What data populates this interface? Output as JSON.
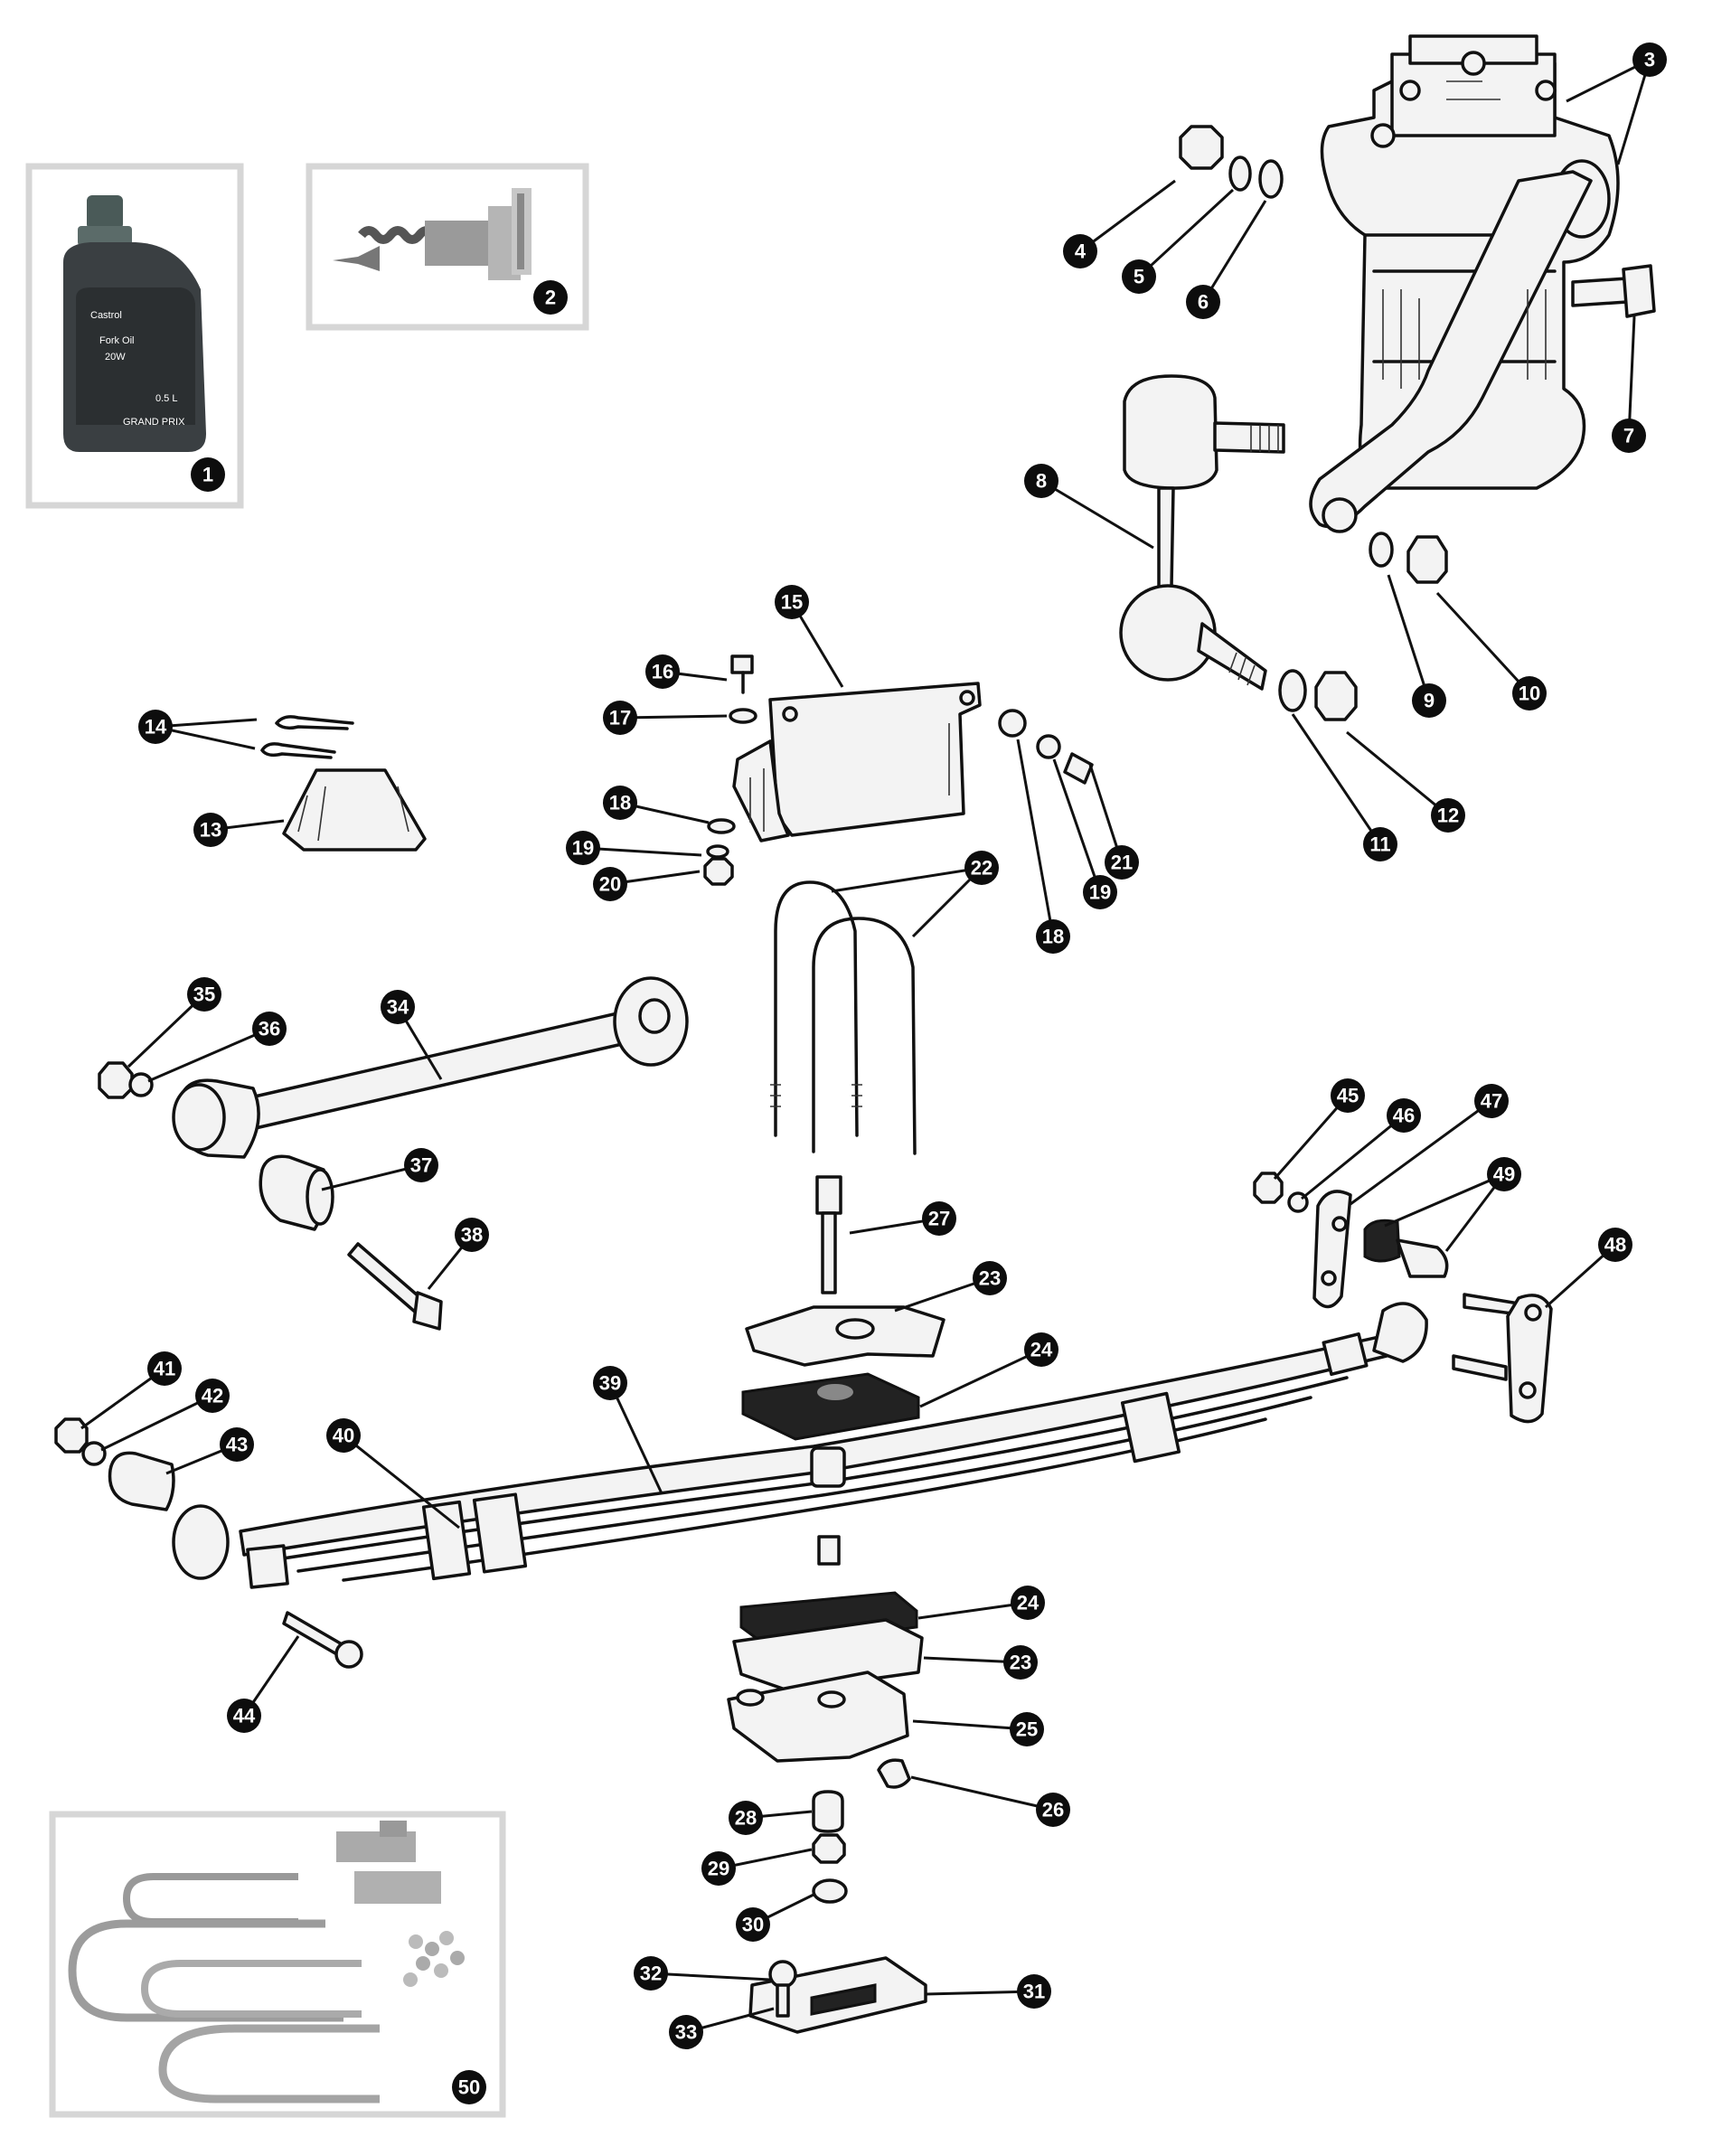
{
  "diagram": {
    "photo_panels": [
      {
        "id": "oil-bottle",
        "callout": "1",
        "label_lines": [
          "Castrol",
          "Fork Oil",
          "20W",
          "0.5 L",
          "GRAND PRIX"
        ]
      },
      {
        "id": "damper-valve",
        "callout": "2"
      },
      {
        "id": "u-bolt-kit",
        "callout": "50"
      }
    ],
    "callouts": [
      "1",
      "2",
      "3",
      "4",
      "5",
      "6",
      "7",
      "8",
      "9",
      "10",
      "11",
      "12",
      "13",
      "14",
      "15",
      "16",
      "17",
      "18",
      "19",
      "20",
      "21",
      "22",
      "23",
      "24",
      "25",
      "26",
      "27",
      "28",
      "29",
      "30",
      "31",
      "32",
      "33",
      "34",
      "35",
      "36",
      "37",
      "38",
      "39",
      "40",
      "41",
      "42",
      "43",
      "44",
      "45",
      "46",
      "47",
      "48",
      "49",
      "50"
    ],
    "duplicate_callouts": [
      "18",
      "19",
      "23",
      "24"
    ],
    "colors": {
      "ink": "#111111",
      "paper": "#ffffff",
      "panel_border": "#d6d6d6",
      "callout_fill": "#0d0d0d",
      "callout_text": "#ffffff",
      "bottle_cap": "#4a5a58",
      "bottle_body": "#3a3f42"
    }
  }
}
